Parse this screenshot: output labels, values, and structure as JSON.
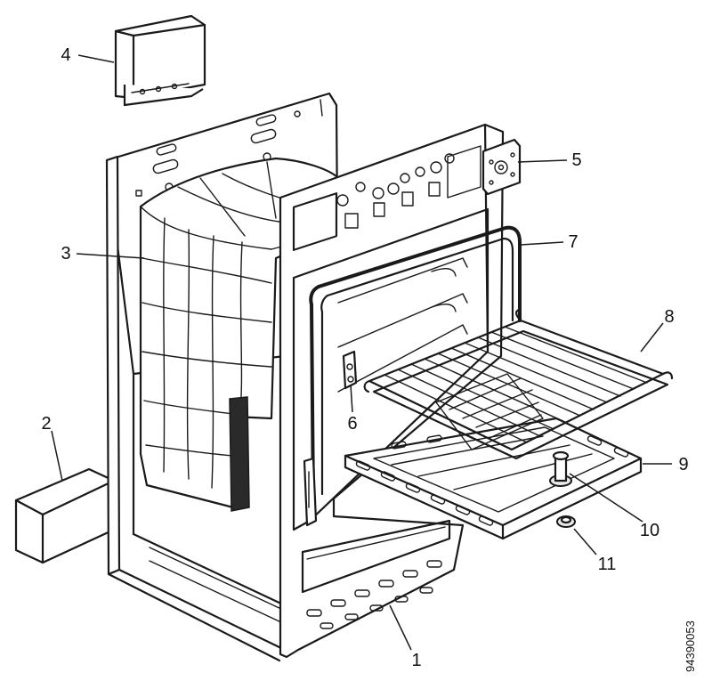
{
  "diagram": {
    "reference_number": "94390053",
    "callouts": [
      {
        "number": "1",
        "part": "cabinet"
      },
      {
        "number": "2",
        "part": "block"
      },
      {
        "number": "3",
        "part": "insulation"
      },
      {
        "number": "4",
        "part": "vent-cover"
      },
      {
        "number": "5",
        "part": "bracket"
      },
      {
        "number": "6",
        "part": "rack-support"
      },
      {
        "number": "7",
        "part": "door-gasket"
      },
      {
        "number": "8",
        "part": "oven-rack"
      },
      {
        "number": "9",
        "part": "bottom-panel"
      },
      {
        "number": "10",
        "part": "bottom-panel-screw"
      },
      {
        "number": "11",
        "part": "grommet"
      }
    ]
  }
}
